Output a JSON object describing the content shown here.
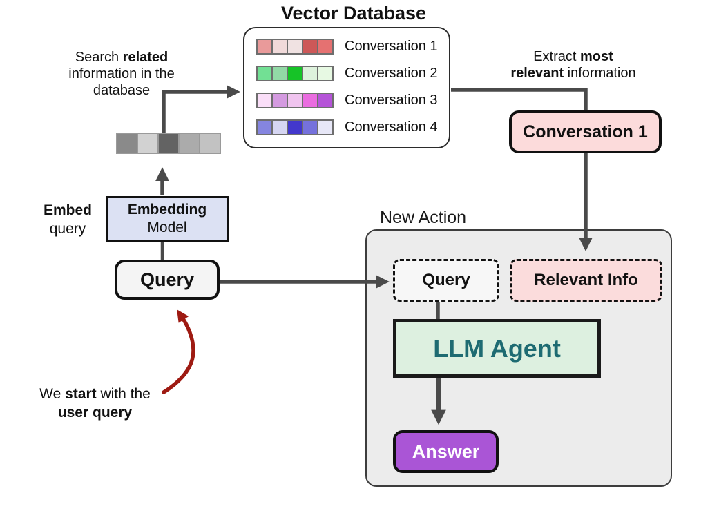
{
  "colors": {
    "arrow": "#4a4a4a",
    "red_arrow": "#9e1a12",
    "text": "#111111"
  },
  "vector_database": {
    "title": "Vector Database",
    "rows": [
      {
        "label": "Conversation 1",
        "cells": [
          "#e99a9a",
          "#f1dada",
          "#f0e2e2",
          "#cd5858",
          "#e57171"
        ]
      },
      {
        "label": "Conversation 2",
        "cells": [
          "#72e094",
          "#92d9a6",
          "#16c327",
          "#ddf2dc",
          "#e7f9e3"
        ]
      },
      {
        "label": "Conversation 3",
        "cells": [
          "#fadef8",
          "#d49ae0",
          "#f0c4ef",
          "#ea6ce0",
          "#b554d8"
        ]
      },
      {
        "label": "Conversation 4",
        "cells": [
          "#8585e0",
          "#d6d6f2",
          "#4338cc",
          "#7571dc",
          "#e7e7f7"
        ]
      }
    ]
  },
  "query_vector": {
    "cells": [
      "#8a8a8a",
      "#d2d2d2",
      "#636363",
      "#ababab",
      "#c2c2c2"
    ]
  },
  "annotations": {
    "search_line1a": "Search ",
    "search_line1b": "related",
    "search_line2": "information in the",
    "search_line3": "database",
    "embed_line1": "Embed",
    "embed_line2": "query",
    "extract_line1a": "Extract ",
    "extract_line1b": "most",
    "extract_line2a": "relevant",
    "extract_line2b": " information",
    "start_line1a": "We ",
    "start_line1b": "start",
    "start_line1c": " with the",
    "start_line2": "user query",
    "new_action": "New Action"
  },
  "boxes": {
    "embedding_model": {
      "line1": "Embedding",
      "line2": "Model",
      "bg": "#dce1f3"
    },
    "query": {
      "label": "Query",
      "bg": "#f4f4f4"
    },
    "conversation1": {
      "label": "Conversation 1",
      "bg": "#fcdbdb"
    },
    "dashed_query": {
      "label": "Query",
      "bg": "#f7f7f7"
    },
    "relevant_info": {
      "label": "Relevant Info",
      "bg": "#fbdcdc"
    },
    "llm_agent": {
      "label": "LLM Agent",
      "bg": "#ddf0e0",
      "text_color": "#1e6b72"
    },
    "answer": {
      "label": "Answer",
      "bg": "#aa55d6",
      "text_color": "#ffffff"
    },
    "new_action_container": {
      "bg": "#ececec"
    }
  }
}
